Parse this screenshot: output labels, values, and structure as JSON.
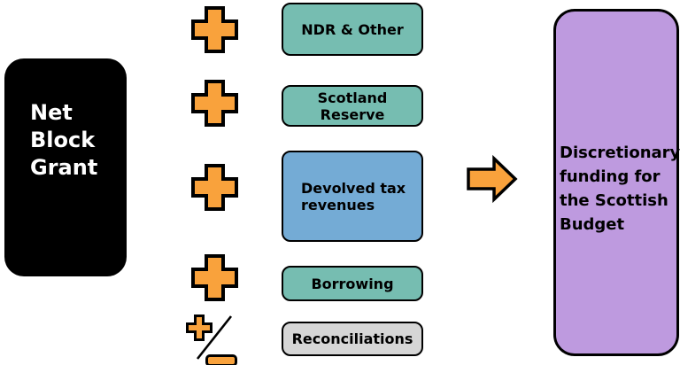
{
  "colors": {
    "black": "#000000",
    "white": "#ffffff",
    "orange": "#F9A23C",
    "teal": "#76BDB1",
    "blue": "#74ABD5",
    "gray": "#D6D6D6",
    "purple": "#BE9ADF"
  },
  "nodes": {
    "source": {
      "label": "Net Block Grant"
    },
    "result": {
      "label": "Discretionary funding for the Scottish Budget"
    }
  },
  "components": [
    {
      "label": "NDR & Other",
      "operator": "plus",
      "fill": "#76BDB1"
    },
    {
      "label": "Scotland Reserve",
      "operator": "plus",
      "fill": "#76BDB1"
    },
    {
      "label": "Devolved tax revenues",
      "operator": "plus",
      "fill": "#74ABD5"
    },
    {
      "label": "Borrowing",
      "operator": "plus",
      "fill": "#76BDB1"
    },
    {
      "label": "Reconciliations",
      "operator": "plus-minus",
      "fill": "#D6D6D6"
    }
  ]
}
